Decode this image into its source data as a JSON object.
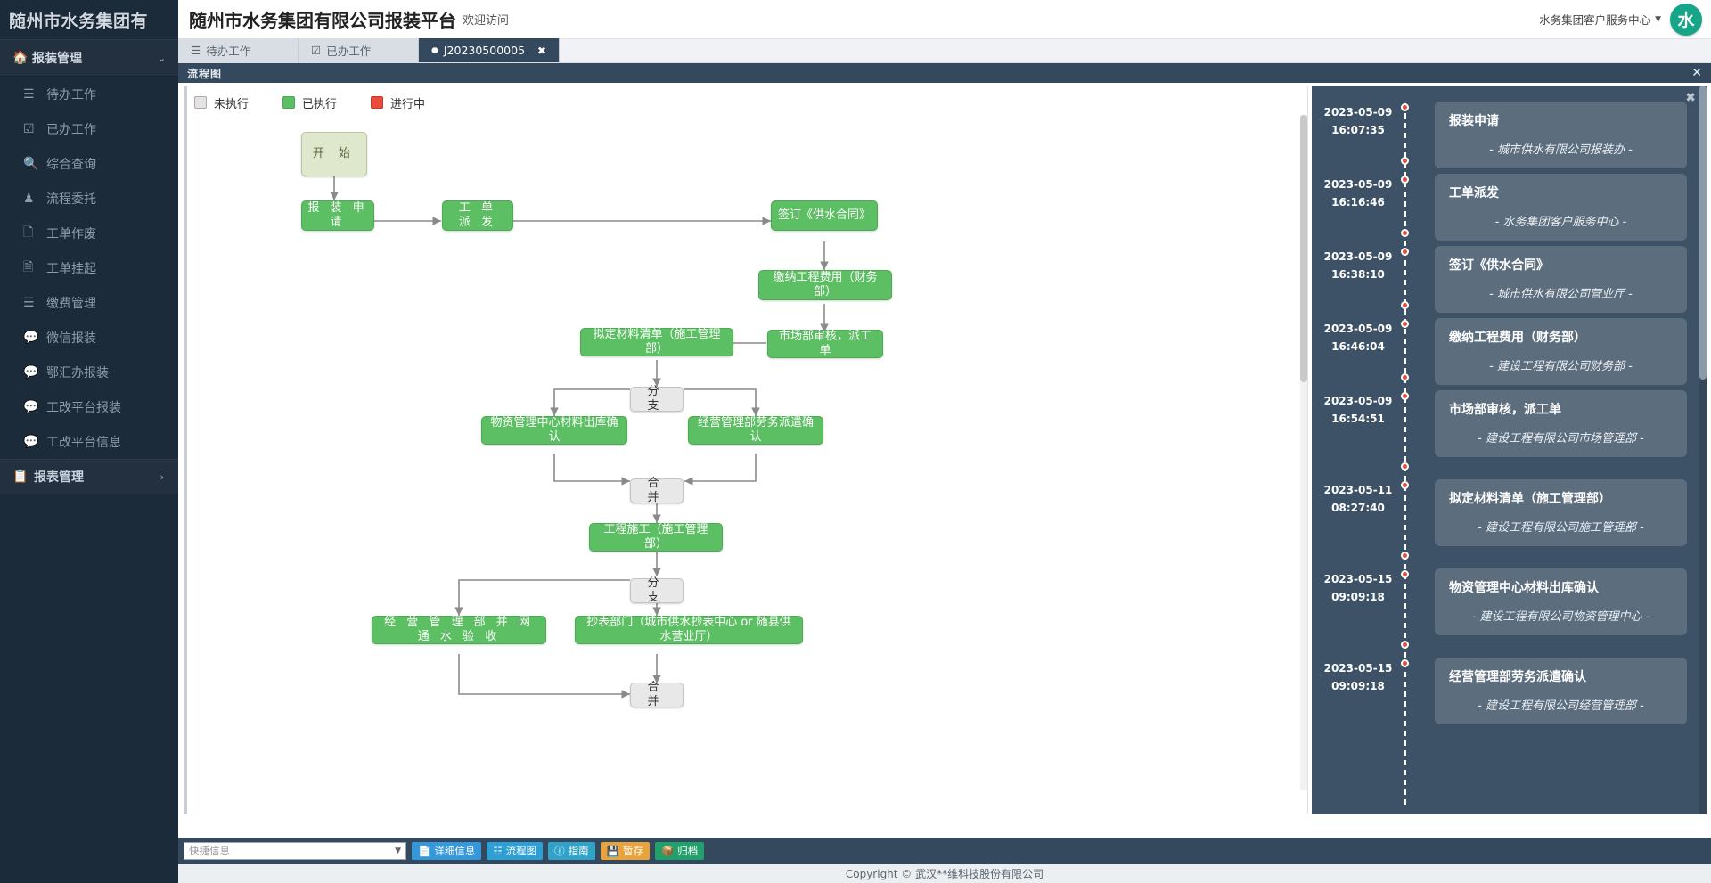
{
  "sidebar": {
    "brand": "随州市水务集团有",
    "group": {
      "label": "报装管理",
      "icon": "home-icon",
      "chevron": "⌄"
    },
    "items": [
      {
        "label": "待办工作",
        "icon": "list-icon"
      },
      {
        "label": "已办工作",
        "icon": "check-square-icon"
      },
      {
        "label": "综合查询",
        "icon": "search-icon"
      },
      {
        "label": "流程委托",
        "icon": "user-gear-icon"
      },
      {
        "label": "工单作废",
        "icon": "file-icon"
      },
      {
        "label": "工单挂起",
        "icon": "file-pause-icon"
      },
      {
        "label": "缴费管理",
        "icon": "list-icon"
      },
      {
        "label": "微信报装",
        "icon": "chat-icon"
      },
      {
        "label": "鄂汇办报装",
        "icon": "chat-icon"
      },
      {
        "label": "工改平台报装",
        "icon": "chat-icon"
      },
      {
        "label": "工改平台信息",
        "icon": "chat-icon"
      }
    ],
    "report_group": {
      "label": "报表管理",
      "icon": "report-icon",
      "arrow": "›"
    }
  },
  "header": {
    "title": "随州市水务集团有限公司报装平台",
    "welcome": "欢迎访问",
    "user": "水务集团客户服务中心",
    "caret": "▼",
    "avatar": "水"
  },
  "tabs": [
    {
      "label": "待办工作",
      "icon": "list-icon",
      "active": false,
      "closable": false
    },
    {
      "label": "已办工作",
      "icon": "check-square-icon",
      "active": false,
      "closable": false
    },
    {
      "label": "J20230500005",
      "icon": "dot-icon",
      "active": true,
      "closable": true,
      "close": "✖"
    }
  ],
  "panel": {
    "title": "流程图",
    "close": "✕"
  },
  "legend": [
    {
      "label": "未执行",
      "color": "#e3e3e3"
    },
    {
      "label": "已执行",
      "color": "#5cbf63"
    },
    {
      "label": "进行中",
      "color": "#e74c3c"
    }
  ],
  "flow_nodes": [
    {
      "id": "start",
      "label": "开  始",
      "type": "start"
    },
    {
      "id": "n1",
      "label": "报 装 申 请",
      "type": "green"
    },
    {
      "id": "n2",
      "label": "工 单 派 发",
      "type": "green"
    },
    {
      "id": "n3",
      "label": "签订《供水合同》",
      "type": "green"
    },
    {
      "id": "n4",
      "label": "缴纳工程费用（财务部）",
      "type": "green"
    },
    {
      "id": "n5",
      "label": "市场部审核，派工单",
      "type": "green"
    },
    {
      "id": "n6",
      "label": "拟定材料清单（施工管理部）",
      "type": "green"
    },
    {
      "id": "g1",
      "label": "分  支",
      "type": "gate"
    },
    {
      "id": "n7",
      "label": "物资管理中心材料出库确认",
      "type": "green"
    },
    {
      "id": "n8",
      "label": "经营管理部劳务派遣确认",
      "type": "green"
    },
    {
      "id": "g2",
      "label": "合  并",
      "type": "gate"
    },
    {
      "id": "n9",
      "label": "工程施工（施工管理部）",
      "type": "green"
    },
    {
      "id": "g3",
      "label": "分  支",
      "type": "gate"
    },
    {
      "id": "n10",
      "label": "经 营 管 理 部 并 网 通 水 验 收",
      "type": "green"
    },
    {
      "id": "n11",
      "label": "抄表部门（城市供水抄表中心 or 随县供水营业厅）",
      "type": "green"
    },
    {
      "id": "g4",
      "label": "合  并",
      "type": "gate"
    }
  ],
  "timeline": [
    {
      "date": "2023-05-09",
      "time": "16:07:35",
      "title": "报装申请",
      "dept": "- 城市供水有限公司报装办 -"
    },
    {
      "date": "2023-05-09",
      "time": "16:16:46",
      "title": "工单派发",
      "dept": "- 水务集团客户服务中心 -"
    },
    {
      "date": "2023-05-09",
      "time": "16:38:10",
      "title": "签订《供水合同》",
      "dept": "- 城市供水有限公司营业厅 -"
    },
    {
      "date": "2023-05-09",
      "time": "16:46:04",
      "title": "缴纳工程费用（财务部）",
      "dept": "- 建设工程有限公司财务部 -"
    },
    {
      "date": "2023-05-09",
      "time": "16:54:51",
      "title": "市场部审核，派工单",
      "dept": "- 建设工程有限公司市场管理部 -"
    },
    {
      "date": "2023-05-11",
      "time": "08:27:40",
      "title": "拟定材料清单（施工管理部）",
      "dept": "- 建设工程有限公司施工管理部 -"
    },
    {
      "date": "2023-05-15",
      "time": "09:09:18",
      "title": "物资管理中心材料出库确认",
      "dept": "- 建设工程有限公司物资管理中心 -"
    },
    {
      "date": "2023-05-15",
      "time": "09:09:18",
      "title": "经营管理部劳务派遣确认",
      "dept": "- 建设工程有限公司经营管理部 -"
    }
  ],
  "timeline_close": "✖",
  "bottombar": {
    "quick_placeholder": "快捷信息",
    "quick_caret": "▼",
    "buttons": [
      {
        "label": "详细信息",
        "icon": "doc-icon",
        "style": "blue"
      },
      {
        "label": "流程图",
        "icon": "flow-icon",
        "style": "teal"
      },
      {
        "label": "指南",
        "icon": "info-icon",
        "style": "info"
      },
      {
        "label": "暂存",
        "icon": "save-icon",
        "style": "warn"
      },
      {
        "label": "归档",
        "icon": "box-icon",
        "style": "green"
      }
    ]
  },
  "footer": {
    "text": "Copyright © 武汉**维科技股份有限公司"
  }
}
